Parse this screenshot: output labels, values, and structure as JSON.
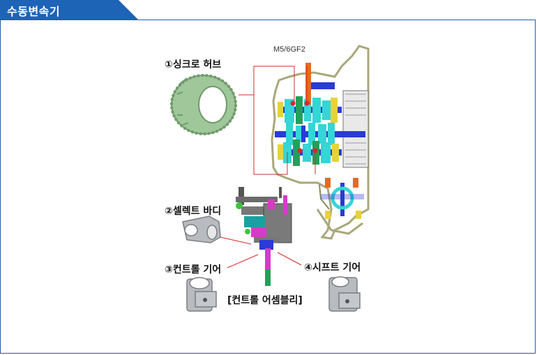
{
  "header": {
    "title": "수동변속기"
  },
  "diagram": {
    "model": "M5/6GF2",
    "parts": [
      {
        "id": "synchro-hub",
        "label": "①싱크로 허브"
      },
      {
        "id": "select-body",
        "label": "②셀렉트 바디"
      },
      {
        "id": "control-gear",
        "label": "③컨트롤 기어"
      },
      {
        "id": "shift-gear",
        "label": "④시프트 기어"
      }
    ],
    "assembly_label": "[컨트롤 어셈블리]"
  },
  "colors": {
    "header_blue": "#1d63b6",
    "border_blue": "#1d5ea8",
    "leader_red": "#d62828",
    "part_green": "#9fc79a",
    "part_gray": "#b8bcc0",
    "shaft_blue": "#2a3bd6",
    "gear_cyan": "#34d6d6",
    "housing_olive": "#a9a77a"
  }
}
